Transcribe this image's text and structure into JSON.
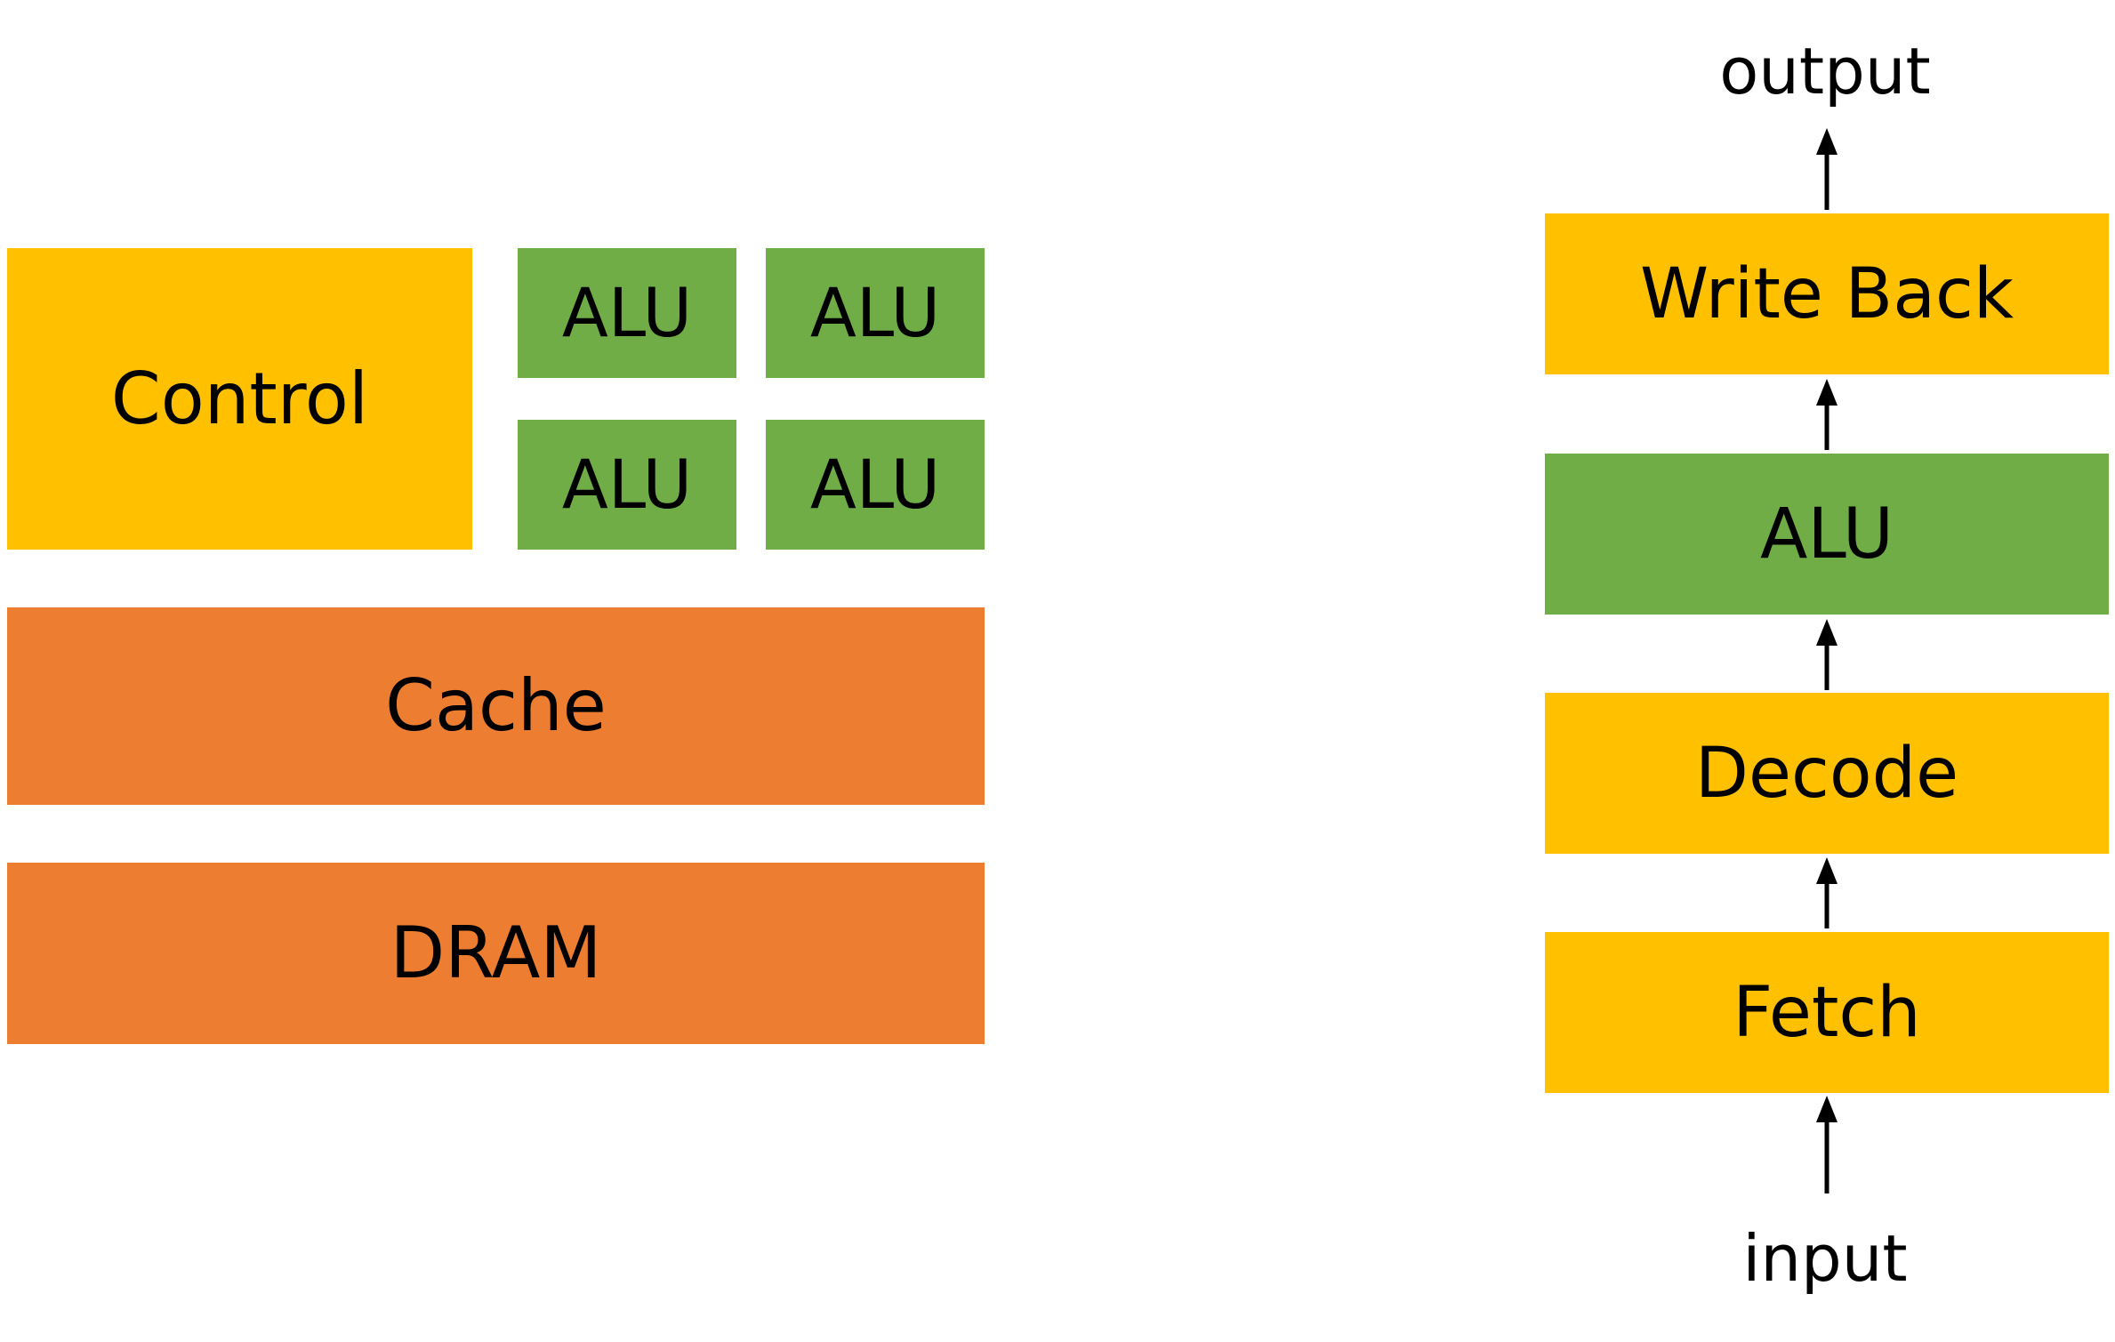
{
  "colors": {
    "control": "#FFC000",
    "alu": "#70AD47",
    "memory": "#ED7D31",
    "arrow": "#000000"
  },
  "cpu": {
    "control": "Control",
    "alus": [
      "ALU",
      "ALU",
      "ALU",
      "ALU"
    ],
    "cache": "Cache",
    "dram": "DRAM"
  },
  "pipeline": {
    "output": "output",
    "stages": [
      "Write Back",
      "ALU",
      "Decode",
      "Fetch"
    ],
    "input": "input"
  }
}
